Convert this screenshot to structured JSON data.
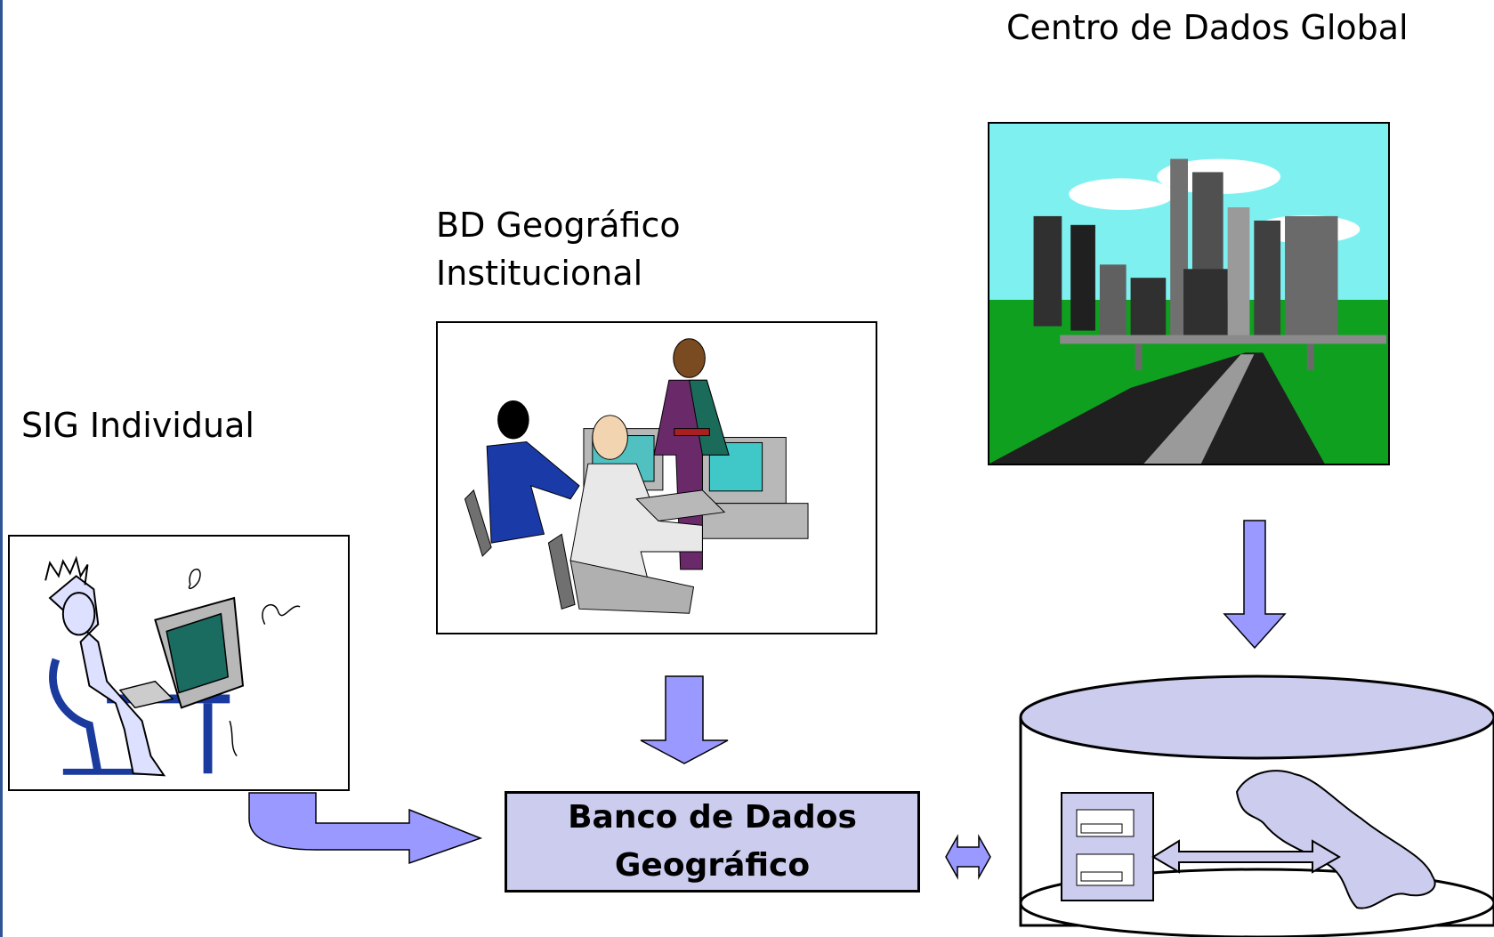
{
  "labels": {
    "individual": "SIG Individual",
    "institutional_line1": "BD Geográfico",
    "institutional_line2": "Institucional",
    "global": "Centro de Dados Global"
  },
  "database": {
    "line1": "Banco de Dados",
    "line2": "Geográfico"
  },
  "colors": {
    "arrow_fill": "#9999ff",
    "database_fill": "#ccccee",
    "sky": "#7ff0f0",
    "grass": "#10a020",
    "accent_bar": "#2f5597"
  },
  "icons": [
    "person-at-computer-icon",
    "office-workers-icon",
    "city-skyline-icon",
    "cylinder-database-icon",
    "map-icon"
  ]
}
